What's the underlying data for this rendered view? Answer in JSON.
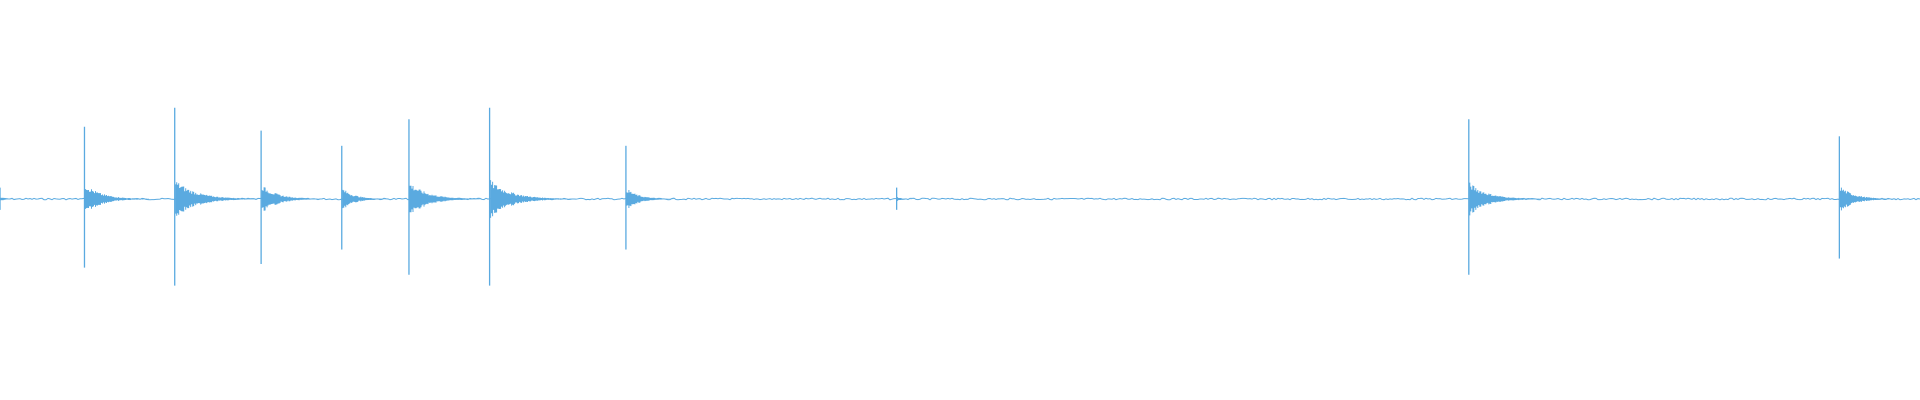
{
  "waveform": {
    "color": "#5aaae0",
    "transients": [
      {
        "t": 0.0,
        "amp": 0.06
      },
      {
        "t": 0.044,
        "amp": 0.38
      },
      {
        "t": 0.091,
        "amp": 0.48
      },
      {
        "t": 0.136,
        "amp": 0.36
      },
      {
        "t": 0.178,
        "amp": 0.28
      },
      {
        "t": 0.213,
        "amp": 0.42
      },
      {
        "t": 0.255,
        "amp": 0.48
      },
      {
        "t": 0.326,
        "amp": 0.28
      },
      {
        "t": 0.467,
        "amp": 0.06
      },
      {
        "t": 0.765,
        "amp": 0.42
      },
      {
        "t": 0.958,
        "amp": 0.33
      }
    ]
  }
}
